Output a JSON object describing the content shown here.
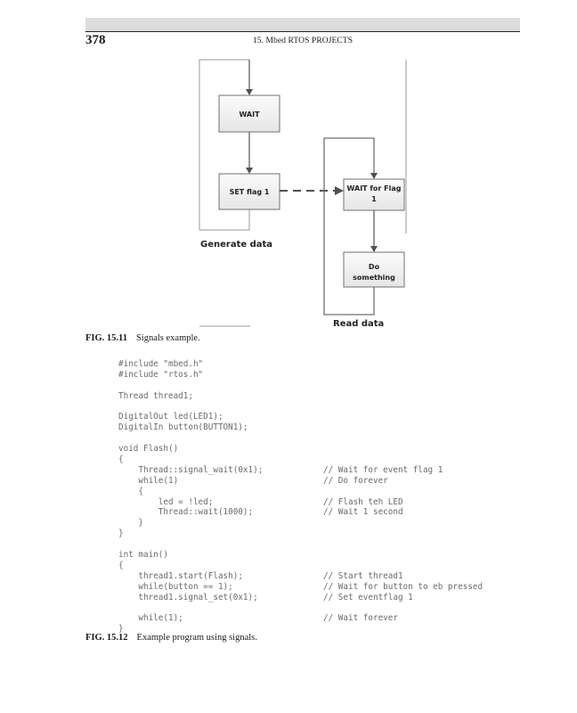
{
  "header": {
    "page_number": "378",
    "running_head": "15. Mbed RTOS PROJECTS"
  },
  "figure_1": {
    "boxes": {
      "wait": "WAIT",
      "set_flag": "SET flag 1",
      "wait_for_flag_line1": "WAIT for Flag",
      "wait_for_flag_line2": "1",
      "do_something_line1": "Do",
      "do_something_line2": "something"
    },
    "groups": {
      "generate": "Generate data",
      "read": "Read data"
    },
    "caption_label": "FIG. 15.11",
    "caption_text": "Signals example."
  },
  "figure_2": {
    "code_lines": [
      {
        "code": "#include \"mbed.h\"",
        "comment": ""
      },
      {
        "code": "#include \"rtos.h\"",
        "comment": ""
      },
      {
        "code": "",
        "comment": ""
      },
      {
        "code": "Thread thread1;",
        "comment": ""
      },
      {
        "code": "",
        "comment": ""
      },
      {
        "code": "DigitalOut led(LED1);",
        "comment": ""
      },
      {
        "code": "DigitalIn button(BUTTON1);",
        "comment": ""
      },
      {
        "code": "",
        "comment": ""
      },
      {
        "code": "void Flash()",
        "comment": ""
      },
      {
        "code": "{",
        "comment": ""
      },
      {
        "code": "    Thread::signal_wait(0x1);",
        "comment": "// Wait for event flag 1"
      },
      {
        "code": "    while(1)",
        "comment": "// Do forever"
      },
      {
        "code": "    {",
        "comment": ""
      },
      {
        "code": "        led = !led;",
        "comment": "// Flash teh LED"
      },
      {
        "code": "        Thread::wait(1000);",
        "comment": "// Wait 1 second"
      },
      {
        "code": "    }",
        "comment": ""
      },
      {
        "code": "}",
        "comment": ""
      },
      {
        "code": "",
        "comment": ""
      },
      {
        "code": "int main()",
        "comment": ""
      },
      {
        "code": "{",
        "comment": ""
      },
      {
        "code": "    thread1.start(Flash);",
        "comment": "// Start thread1"
      },
      {
        "code": "    while(button == 1);",
        "comment": "// Wait for button to eb pressed"
      },
      {
        "code": "    thread1.signal_set(0x1);",
        "comment": "// Set eventflag 1"
      },
      {
        "code": "",
        "comment": ""
      },
      {
        "code": "    while(1);",
        "comment": "// Wait forever"
      },
      {
        "code": "}",
        "comment": ""
      }
    ],
    "caption_label": "FIG. 15.12",
    "caption_text": "Example program using signals."
  }
}
